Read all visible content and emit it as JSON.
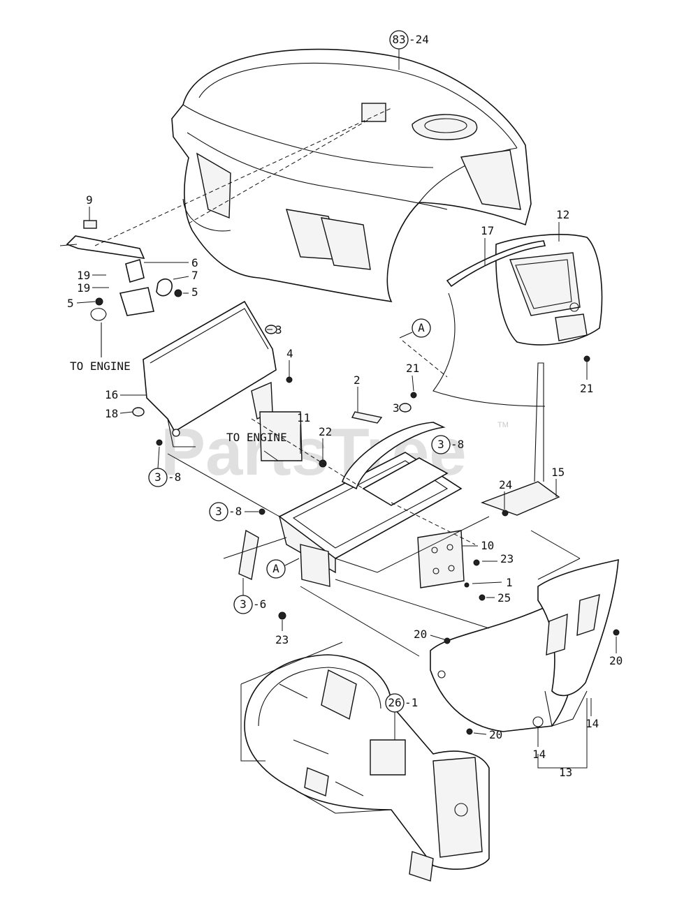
{
  "watermark": "PartsTree",
  "trademark": "TM",
  "notes": {
    "to_engine_1": "TO ENGINE",
    "to_engine_2": "TO ENGINE"
  },
  "callouts": {
    "ref_83_24": {
      "circled": "83",
      "suffix": "-24"
    },
    "ref_26_1": {
      "circled": "26",
      "suffix": "-1"
    },
    "ref_3_8_a": {
      "circled": "3",
      "suffix": "-8"
    },
    "ref_3_8_b": {
      "circled": "3",
      "suffix": "-8"
    },
    "ref_3_8_c": {
      "circled": "3",
      "suffix": "-8"
    },
    "ref_3_6": {
      "circled": "3",
      "suffix": "-6"
    },
    "ref_A_1": {
      "circled": "A"
    },
    "ref_A_2": {
      "circled": "A"
    }
  },
  "part_numbers": {
    "p1": "1",
    "p2": "2",
    "p3a": "3",
    "p3b": "3",
    "p4": "4",
    "p5a": "5",
    "p5b": "5",
    "p6": "6",
    "p7": "7",
    "p9": "9",
    "p10": "10",
    "p11": "11",
    "p12": "12",
    "p13": "13",
    "p14a": "14",
    "p14b": "14",
    "p15": "15",
    "p16": "16",
    "p17": "17",
    "p18": "18",
    "p19a": "19",
    "p19b": "19",
    "p20a": "20",
    "p20b": "20",
    "p20c": "20",
    "p21a": "21",
    "p21b": "21",
    "p22": "22",
    "p23a": "23",
    "p23b": "23",
    "p24": "24",
    "p25": "25"
  }
}
